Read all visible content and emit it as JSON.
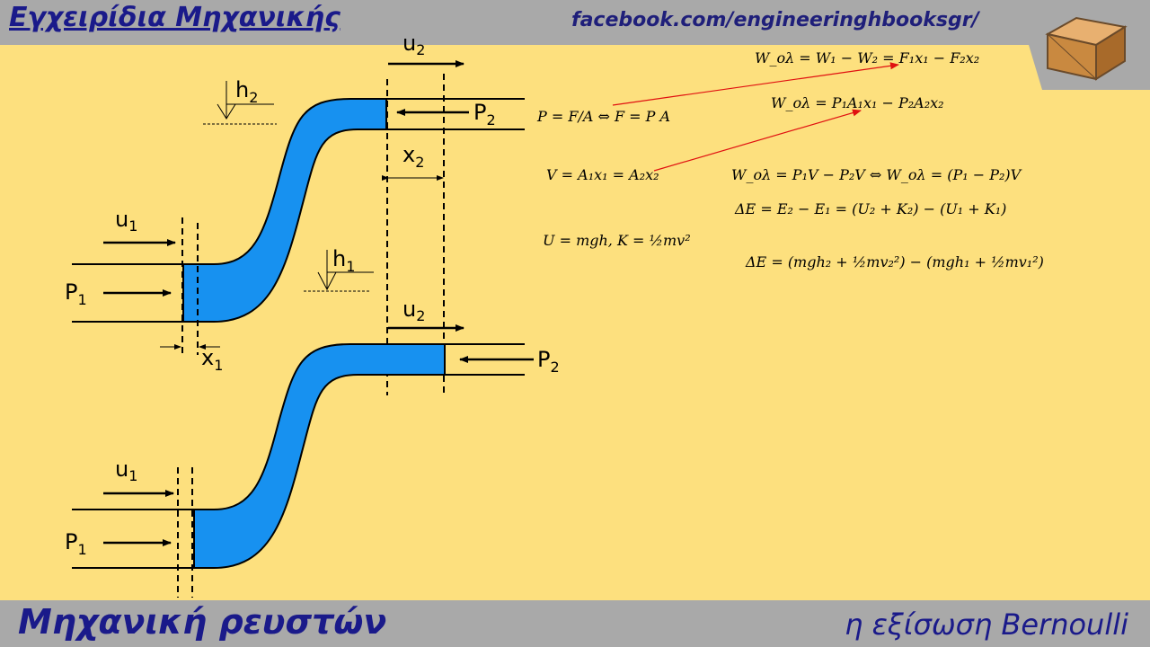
{
  "header": {
    "title": "Εγχειρίδια Μηχανικής",
    "facebook": "facebook.com/engineeringhbooksgr/",
    "logo_icon": "cube-logo-icon"
  },
  "footer": {
    "left": "Μηχανική ρευστών",
    "right": "η εξίσωση Bernoulli"
  },
  "diagram": {
    "labels": {
      "u": "u",
      "P": "P",
      "h": "h",
      "x": "x",
      "sub1": "1",
      "sub2": "2"
    }
  },
  "equations": {
    "eq1": "P = F/A ⇔ F = P A",
    "eq2": "V = A₁x₁ = A₂x₂",
    "eq3": "U = mgh, K = ½mv²",
    "eq4": "W_ολ = W₁ − W₂ = F₁x₁ − F₂x₂",
    "eq5": "W_ολ = P₁A₁x₁ − P₂A₂x₂",
    "eq6": "W_ολ = P₁V − P₂V ⇔ W_ολ = (P₁ − P₂)V",
    "eq7": "ΔE = E₂ − E₁ = (U₂ + K₂) − (U₁ + K₁)",
    "eq8": "ΔE = (mgh₂ + ½mv₂²) − (mgh₁ + ½mv₁²)"
  },
  "colors": {
    "slide_background": "#fde07e",
    "fluid": "#1791f0",
    "header_bar": "#a9a9a9",
    "title_blue": "#1a1a8a",
    "annotation_arrow": "#e01010"
  }
}
